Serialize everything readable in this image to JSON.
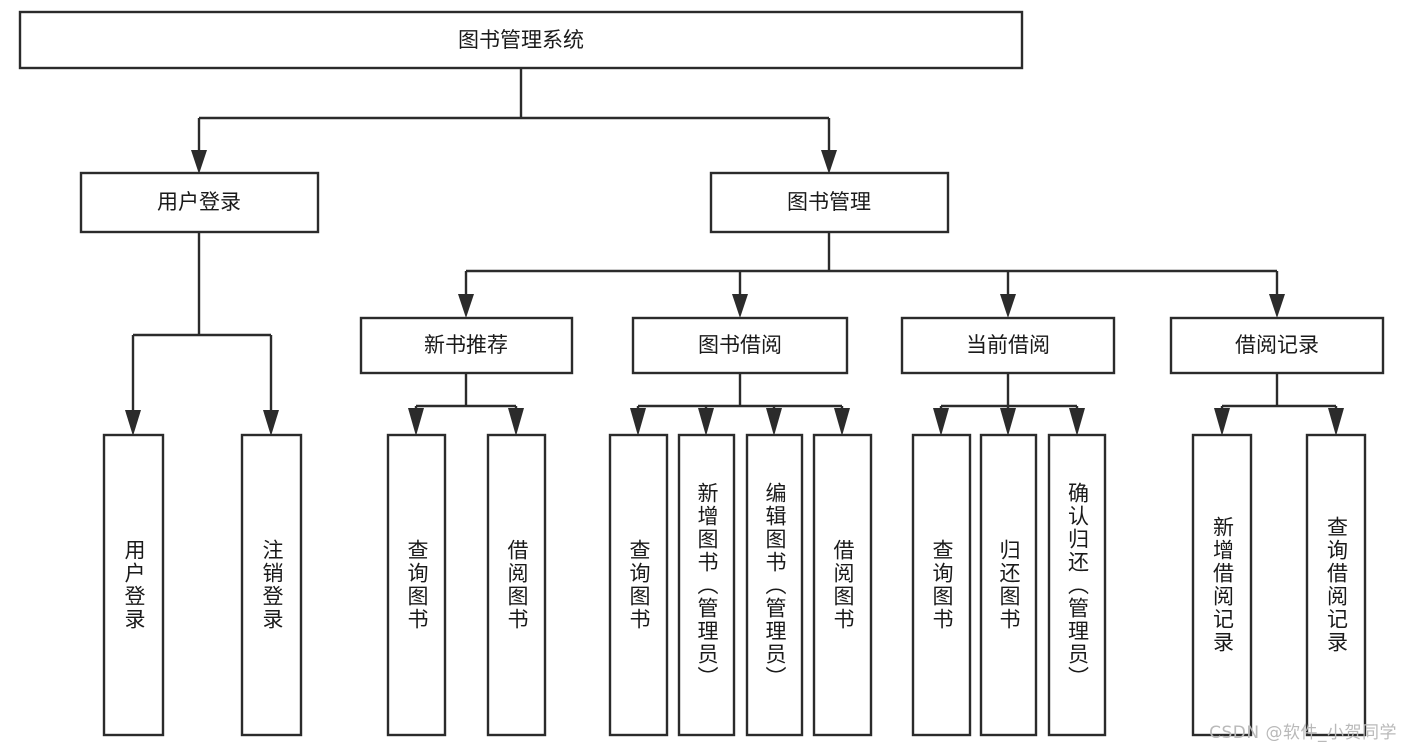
{
  "diagram": {
    "title": "图书管理系统",
    "type": "tree",
    "orientation": "top-down",
    "colors": {
      "box_fill": "#ffffff",
      "box_stroke": "#2b2b2b",
      "connector": "#2b2b2b",
      "text": "#1a1a1a",
      "watermark": "#b9b9b9"
    },
    "root": {
      "id": "root",
      "label": "图书管理系统",
      "level": 0
    },
    "level1": [
      {
        "id": "user-login",
        "label": "用户登录",
        "level": 1
      },
      {
        "id": "book-management",
        "label": "图书管理",
        "level": 1
      }
    ],
    "level2": [
      {
        "id": "new-book-recommend",
        "label": "新书推荐",
        "level": 2,
        "parent": "book-management"
      },
      {
        "id": "book-borrow",
        "label": "图书借阅",
        "level": 2,
        "parent": "book-management"
      },
      {
        "id": "current-borrow",
        "label": "当前借阅",
        "level": 2,
        "parent": "book-management"
      },
      {
        "id": "borrow-record",
        "label": "借阅记录",
        "level": 2,
        "parent": "book-management"
      }
    ],
    "leaves": [
      {
        "id": "leaf-user-login",
        "label": "用户登录",
        "parent": "user-login"
      },
      {
        "id": "leaf-user-logout",
        "label": "注销登录",
        "parent": "user-login"
      },
      {
        "id": "leaf-query-book-1",
        "label": "查询图书",
        "parent": "new-book-recommend"
      },
      {
        "id": "leaf-borrow-book-1",
        "label": "借阅图书",
        "parent": "new-book-recommend"
      },
      {
        "id": "leaf-query-book-2",
        "label": "查询图书",
        "parent": "book-borrow"
      },
      {
        "id": "leaf-add-book",
        "label": "新增图书（管理员）",
        "parent": "book-borrow"
      },
      {
        "id": "leaf-edit-book",
        "label": "编辑图书（管理员）",
        "parent": "book-borrow"
      },
      {
        "id": "leaf-borrow-book-2",
        "label": "借阅图书",
        "parent": "book-borrow"
      },
      {
        "id": "leaf-query-book-3",
        "label": "查询图书",
        "parent": "current-borrow"
      },
      {
        "id": "leaf-return-book",
        "label": "归还图书",
        "parent": "current-borrow"
      },
      {
        "id": "leaf-confirm-return",
        "label": "确认归还（管理员）",
        "parent": "current-borrow"
      },
      {
        "id": "leaf-add-record",
        "label": "新增借阅记录",
        "parent": "borrow-record"
      },
      {
        "id": "leaf-query-record",
        "label": "查询借阅记录",
        "parent": "borrow-record"
      }
    ]
  },
  "watermark": {
    "text": "CSDN @软件_小贺同学"
  }
}
